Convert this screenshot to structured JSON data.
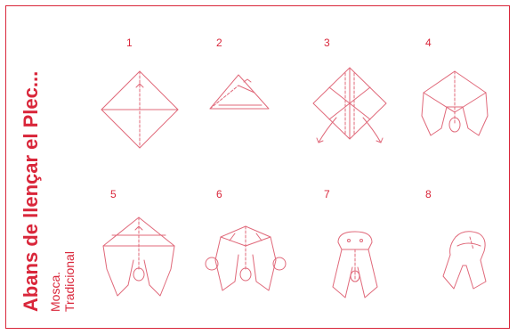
{
  "title": "Abans de llençar el Plec...",
  "subtitle_line1": "Mosca.",
  "subtitle_line2": "Tradicional",
  "accent_color": "#d9263a",
  "line_color": "#e0697a",
  "steps": [
    {
      "number": "1"
    },
    {
      "number": "2"
    },
    {
      "number": "3"
    },
    {
      "number": "4"
    },
    {
      "number": "5"
    },
    {
      "number": "6"
    },
    {
      "number": "7"
    },
    {
      "number": "8"
    }
  ]
}
